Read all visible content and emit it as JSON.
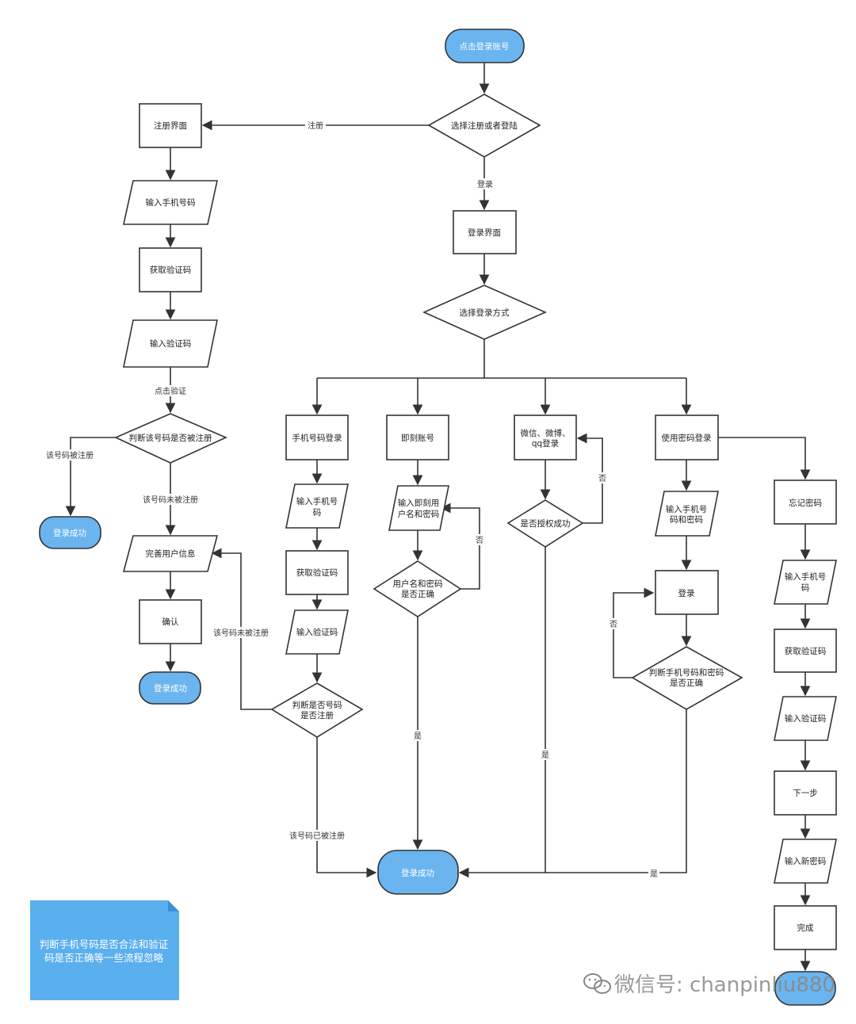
{
  "colors": {
    "terminal": "#6ab4f0",
    "note": "#5aafef",
    "stroke": "#333333"
  },
  "nodes": {
    "start": "点击登录账号",
    "choose": "选择注册或者登陆",
    "reg_ui": "注册界面",
    "reg_phone": "输入手机号码",
    "reg_getcode": "获取验证码",
    "reg_code": "输入验证码",
    "reg_check": "判断该号码是否被注册",
    "reg_success1": "登录成功",
    "reg_info": "完善用户信息",
    "reg_confirm": "确认",
    "reg_success2": "登录成功",
    "login_ui": "登录界面",
    "login_method": "选择登录方式",
    "phone_login": "手机号码登录",
    "phone_input": [
      "输入手机号",
      "码"
    ],
    "phone_getcode": "获取验证码",
    "phone_code": "输入验证码",
    "phone_check": [
      "判断是否号码",
      "是否注册"
    ],
    "jike": "即刻账号",
    "jike_input": [
      "输入即刻用",
      "户名和密码"
    ],
    "jike_check": [
      "用户名和密码",
      "是否正确"
    ],
    "wechat": [
      "微信、微博、",
      "qq登录"
    ],
    "wechat_check": "是否授权成功",
    "pwd_login": "使用密码登录",
    "pwd_input": [
      "输入手机号",
      "码和密码"
    ],
    "pwd_btn": "登录",
    "pwd_check": [
      "判断手机号码和密码",
      "是否正确"
    ],
    "final_success": "登录成功",
    "forgot": "忘记密码",
    "fg_phone": [
      "输入手机号",
      "码"
    ],
    "fg_getcode": "获取验证码",
    "fg_code": "输入验证码",
    "fg_next": "下一步",
    "fg_newpwd": "输入新密码",
    "fg_done": "完成"
  },
  "edge_labels": {
    "register": "注册",
    "login": "登录",
    "click_verify": "点击验证",
    "registered": "该号码被注册",
    "not_registered": "该号码未被注册",
    "not_registered_2": "该号码未被注册",
    "already_registered": "该号码已被注册",
    "no_jike": "否",
    "no_wechat": "否",
    "no_pwd": "否",
    "yes_jike": "是",
    "yes_wechat": "是",
    "yes_pwd": "是"
  },
  "note": [
    "判断手机号码是否合法和验证",
    "码是否正确等一些流程忽略"
  ],
  "watermark": "微信号: chanpinliu880"
}
